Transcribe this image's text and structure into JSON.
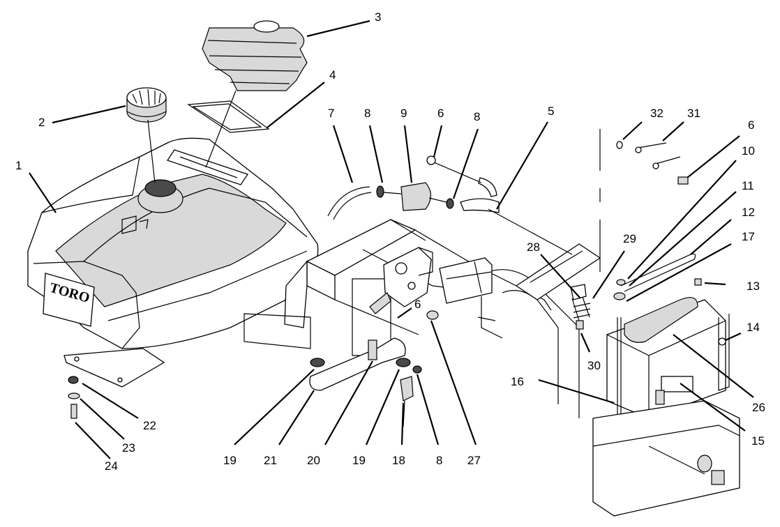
{
  "diagram": {
    "logo_text": "TORO",
    "callouts": [
      {
        "id": "c1",
        "label": "1"
      },
      {
        "id": "c2",
        "label": "2"
      },
      {
        "id": "c3",
        "label": "3"
      },
      {
        "id": "c4",
        "label": "4"
      },
      {
        "id": "c7",
        "label": "7"
      },
      {
        "id": "c8a",
        "label": "8"
      },
      {
        "id": "c9",
        "label": "9"
      },
      {
        "id": "c6a",
        "label": "6"
      },
      {
        "id": "c8b",
        "label": "8"
      },
      {
        "id": "c5",
        "label": "5"
      },
      {
        "id": "c32",
        "label": "32"
      },
      {
        "id": "c31",
        "label": "31"
      },
      {
        "id": "c6b",
        "label": "6"
      },
      {
        "id": "c10",
        "label": "10"
      },
      {
        "id": "c11",
        "label": "11"
      },
      {
        "id": "c12",
        "label": "12"
      },
      {
        "id": "c17",
        "label": "17"
      },
      {
        "id": "c13",
        "label": "13"
      },
      {
        "id": "c14",
        "label": "14"
      },
      {
        "id": "c28",
        "label": "28"
      },
      {
        "id": "c29",
        "label": "29"
      },
      {
        "id": "c6c",
        "label": "6"
      },
      {
        "id": "c30",
        "label": "30"
      },
      {
        "id": "c16",
        "label": "16"
      },
      {
        "id": "c26",
        "label": "26"
      },
      {
        "id": "c15",
        "label": "15"
      },
      {
        "id": "c22",
        "label": "22"
      },
      {
        "id": "c23",
        "label": "23"
      },
      {
        "id": "c24",
        "label": "24"
      },
      {
        "id": "c19a",
        "label": "19"
      },
      {
        "id": "c21",
        "label": "21"
      },
      {
        "id": "c20",
        "label": "20"
      },
      {
        "id": "c19b",
        "label": "19"
      },
      {
        "id": "c18",
        "label": "18"
      },
      {
        "id": "c8c",
        "label": "8"
      },
      {
        "id": "c27",
        "label": "27"
      }
    ]
  }
}
